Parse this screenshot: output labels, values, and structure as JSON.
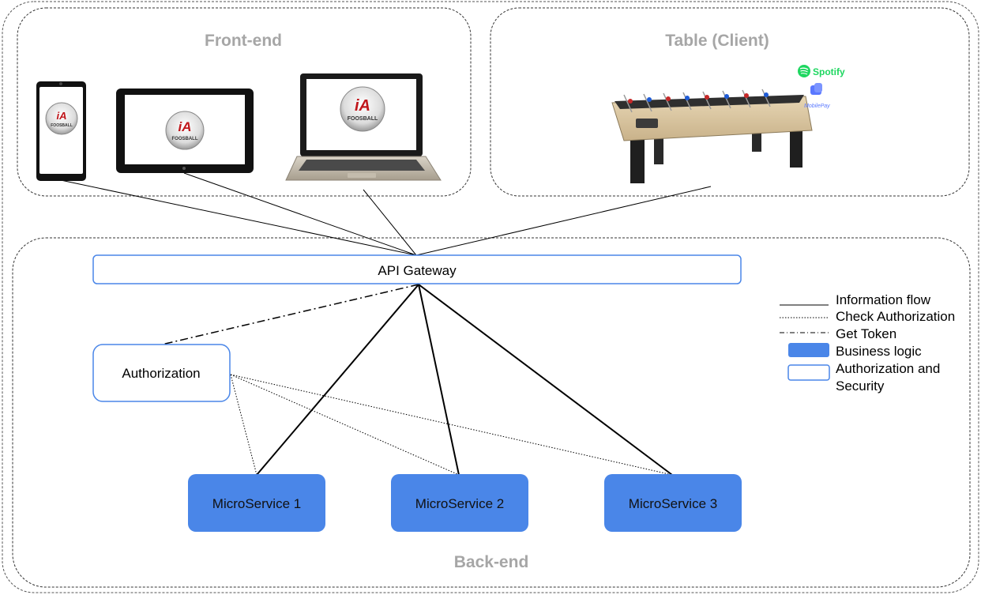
{
  "diagram": {
    "regions": {
      "frontend_title": "Front-end",
      "table_title": "Table (Client)",
      "backend_title": "Back-end"
    },
    "nodes": {
      "api_gateway": "API Gateway",
      "authorization": "Authorization",
      "microservice_1": "MicroService 1",
      "microservice_2": "MicroService 2",
      "microservice_3": "MicroService 3"
    },
    "logos": {
      "app_mark": "iA",
      "app_name": "FOOSBALL",
      "spotify": "Spotify",
      "mobilepay": "MobilePay"
    },
    "legend": [
      {
        "style": "solid",
        "label": "Information flow"
      },
      {
        "style": "dotted",
        "label": "Check Authorization"
      },
      {
        "style": "dash-dot",
        "label": "Get Token"
      },
      {
        "style": "filled-box",
        "label": "Business logic"
      },
      {
        "style": "outlined-box",
        "label": "Authorization and Security"
      }
    ],
    "colors": {
      "business_logic": "#4a86e8",
      "outline": "#4a86e8",
      "region_title": "#a6a6a6",
      "spotify": "#1ed760",
      "mobilepay": "#5a78ff"
    }
  }
}
